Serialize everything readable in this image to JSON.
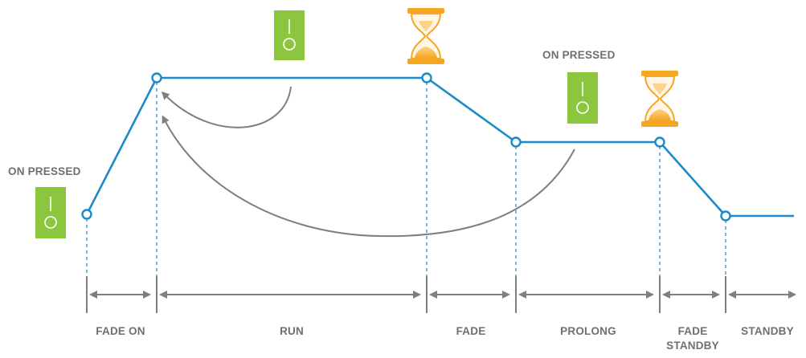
{
  "colors": {
    "line": "#1b8ac9",
    "node_fill": "#ffffff",
    "guide": "#1b8ac9",
    "arrow": "#7f7f7f",
    "switch": "#8cc63f",
    "switch_mark": "#ffffff",
    "hourglass": "#f5a623",
    "hourglass_light": "#fcd38a",
    "text": "#6f6f6f"
  },
  "annotations": {
    "on_pressed_left": "ON PRESSED",
    "on_pressed_right": "ON PRESSED"
  },
  "phases": [
    {
      "label": "FADE ON"
    },
    {
      "label": "RUN"
    },
    {
      "label": "FADE"
    },
    {
      "label": "PROLONG"
    },
    {
      "label": "FADE",
      "label2": "STANDBY"
    },
    {
      "label": "STANDBY"
    }
  ],
  "icons": [
    {
      "name": "switch-icon-start"
    },
    {
      "name": "switch-icon-run"
    },
    {
      "name": "hourglass-icon-run-end"
    },
    {
      "name": "switch-icon-prolong"
    },
    {
      "name": "hourglass-icon-prolong-end"
    }
  ]
}
